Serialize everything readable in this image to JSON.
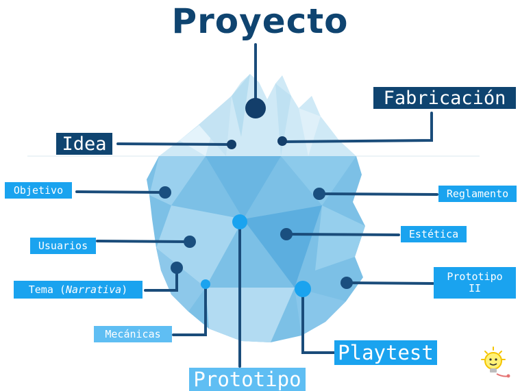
{
  "title": "Proyecto",
  "colors": {
    "title": "#0f4470",
    "above_water_label": "#0f4470",
    "below_water_label": "#1aa3ef",
    "connector": "#1a4c7a",
    "iceberg_tip": "#cfe9f6",
    "iceberg_body": "#7cc0e6"
  },
  "labels": {
    "fabricacion": "Fabricación",
    "idea": "Idea",
    "objetivo": "Objetivo",
    "reglamento": "Reglamento",
    "usuarios": "Usuarios",
    "estetica": "Estética",
    "tema": "Tema (",
    "tema_italic": "Narrativa",
    "tema_close": ")",
    "prototipo_ii_line1": "Prototipo",
    "prototipo_ii_line2": "II",
    "mecanicas": "Mecánicas",
    "playtest": "Playtest",
    "prototipo": "Prototipo"
  },
  "icons": {
    "logo": "lightbulb-mascot-icon"
  }
}
